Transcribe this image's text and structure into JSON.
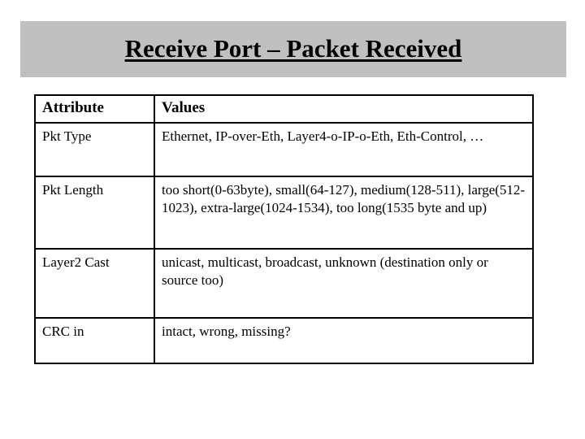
{
  "slide": {
    "title": "Receive Port – Packet Received",
    "banner_color": "#c0c0c0",
    "text_color": "#000000",
    "background_color": "#ffffff"
  },
  "table": {
    "headers": {
      "attribute": "Attribute",
      "values": "Values"
    },
    "rows": [
      {
        "attribute": "Pkt Type",
        "values": "Ethernet, IP-over-Eth, Layer4-o-IP-o-Eth, Eth-Control, …"
      },
      {
        "attribute": "Pkt Length",
        "values": "too short(0-63byte), small(64-127), medium(128-511), large(512-1023), extra-large(1024-1534), too long(1535 byte and up)"
      },
      {
        "attribute": "Layer2 Cast",
        "values": "unicast, multicast, broadcast, unknown (destination only or source too)"
      },
      {
        "attribute": "CRC in",
        "values": "intact, wrong, missing?"
      }
    ]
  }
}
